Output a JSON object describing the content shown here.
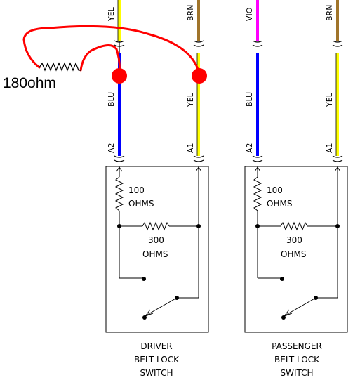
{
  "wire_colors": {
    "yellow": "#ffff00",
    "brown": "#a0742a",
    "violet": "#ff00ff",
    "blue": "#0000ff",
    "annotation_red": "#ff0000"
  },
  "wires": {
    "driver_left_top": "YEL",
    "driver_right_top": "BRN",
    "driver_left_bottom": "BLU",
    "driver_right_bottom": "YEL",
    "pass_left_top": "VIO",
    "pass_right_top": "BRN",
    "pass_left_bottom": "BLU",
    "pass_right_bottom": "YEL"
  },
  "pins": {
    "driver_left": "A2",
    "driver_right": "A1",
    "pass_left": "A2",
    "pass_right": "A1"
  },
  "resistors": {
    "r1_value": "100",
    "r1_unit": "OHMS",
    "r2_value": "300",
    "r2_unit": "OHMS"
  },
  "annotation": "180ohm",
  "captions": {
    "driver": [
      "DRIVER",
      "BELT LOCK",
      "SWITCH"
    ],
    "passenger": [
      "PASSENGER",
      "BELT LOCK",
      "SWITCH"
    ]
  }
}
